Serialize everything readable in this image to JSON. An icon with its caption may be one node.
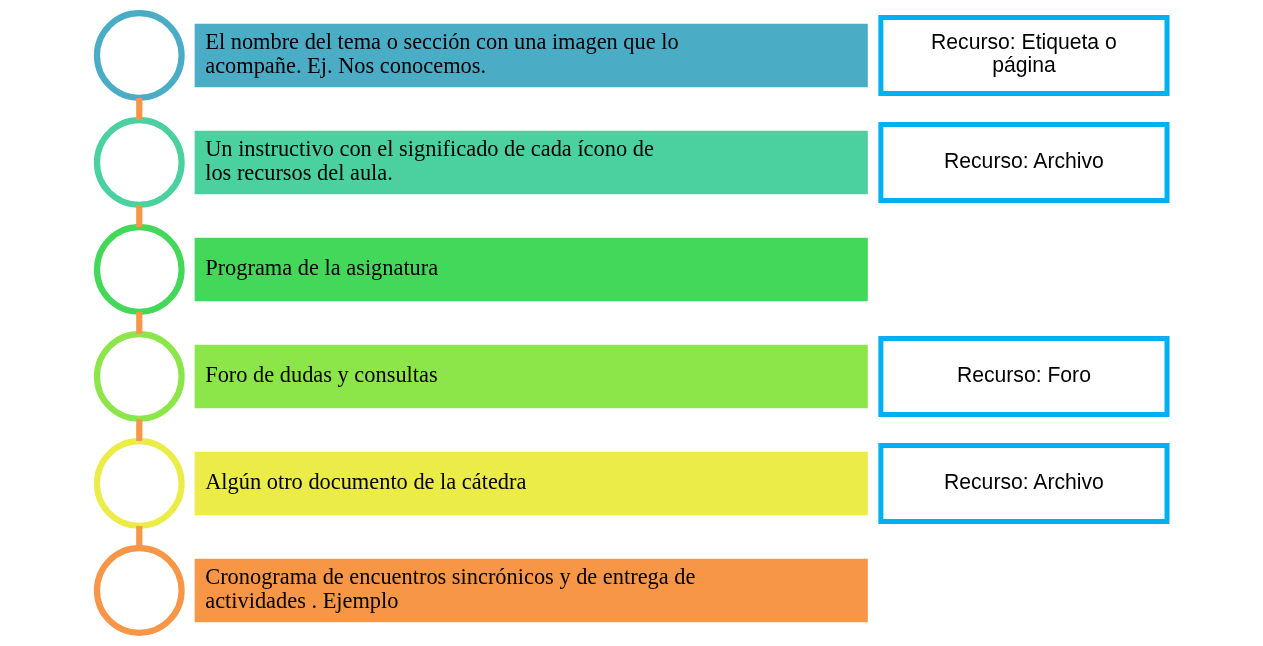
{
  "diagram": {
    "nodes": [
      {
        "text": [],
        "shape": "circle"
      },
      {
        "text": [
          "El nombre del tema o sección con una imagen que lo acompañe. Ej. Nos conocemos."
        ]
      },
      {
        "text": [
          "Recurso: Etiqueta o página"
        ]
      },
      {
        "text": [],
        "shape": "circle"
      },
      {
        "text": [
          "Un instructivo con el significado de cada ícono de los recursos del aula."
        ]
      },
      {
        "text": [
          "Recurso: Archivo"
        ]
      },
      {
        "text": [],
        "shape": "circle"
      },
      {
        "text": [
          "Programa de la asignatura"
        ]
      },
      {
        "text": [],
        "shape": "circle"
      },
      {
        "text": [
          "Foro de dudas y consultas"
        ]
      },
      {
        "text": [
          "Recurso: Foro"
        ]
      },
      {
        "text": [],
        "shape": "circle"
      },
      {
        "text": [
          "Algún otro documento de la cátedra"
        ]
      },
      {
        "text": [
          "Recurso: Archivo"
        ]
      },
      {
        "text": [],
        "shape": "circle"
      },
      {
        "text": [
          "Cronograma de encuentros sincrónicos y de entrega de actividades . Ejemplo"
        ]
      }
    ],
    "edges": [
      {
        "from": 0,
        "to": 3,
        "arrow": "none"
      },
      {
        "from": 3,
        "to": 6,
        "arrow": "none"
      },
      {
        "from": 6,
        "to": 8,
        "arrow": "none"
      },
      {
        "from": 8,
        "to": 11,
        "arrow": "none"
      },
      {
        "from": 11,
        "to": 14,
        "arrow": "none"
      }
    ]
  }
}
